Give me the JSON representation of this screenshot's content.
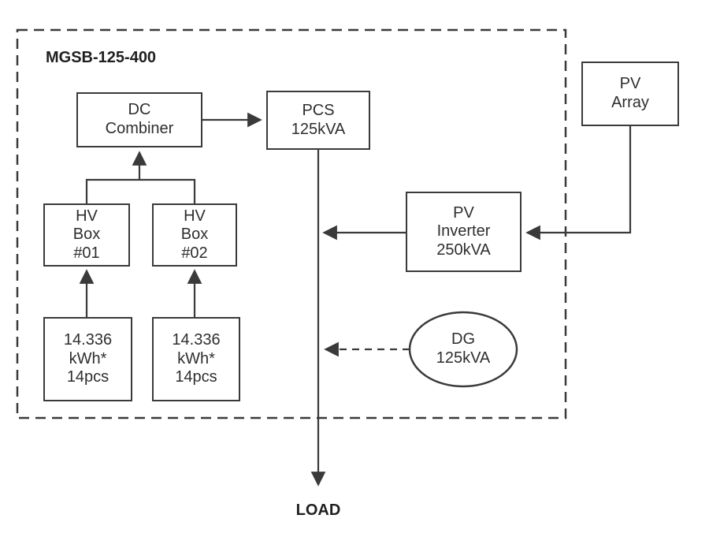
{
  "diagram": {
    "system_label": "MGSB-125-400",
    "load_label": "LOAD",
    "colors": {
      "stroke": "#3a3a3a",
      "background": "#ffffff"
    },
    "nodes": {
      "dc_combiner": {
        "lines": [
          "DC",
          "Combiner"
        ]
      },
      "pcs": {
        "lines": [
          "PCS",
          "125kVA"
        ]
      },
      "hv_box_1": {
        "lines": [
          "HV",
          "Box",
          "#01"
        ]
      },
      "hv_box_2": {
        "lines": [
          "HV",
          "Box",
          "#02"
        ]
      },
      "battery_1": {
        "lines": [
          "14.336",
          "kWh*",
          "14pcs"
        ]
      },
      "battery_2": {
        "lines": [
          "14.336",
          "kWh*",
          "14pcs"
        ]
      },
      "pv_array": {
        "lines": [
          "PV",
          "Array"
        ]
      },
      "pv_inverter": {
        "lines": [
          "PV",
          "Inverter",
          "250kVA"
        ]
      },
      "dg": {
        "lines": [
          "DG",
          "125kVA"
        ]
      }
    }
  }
}
